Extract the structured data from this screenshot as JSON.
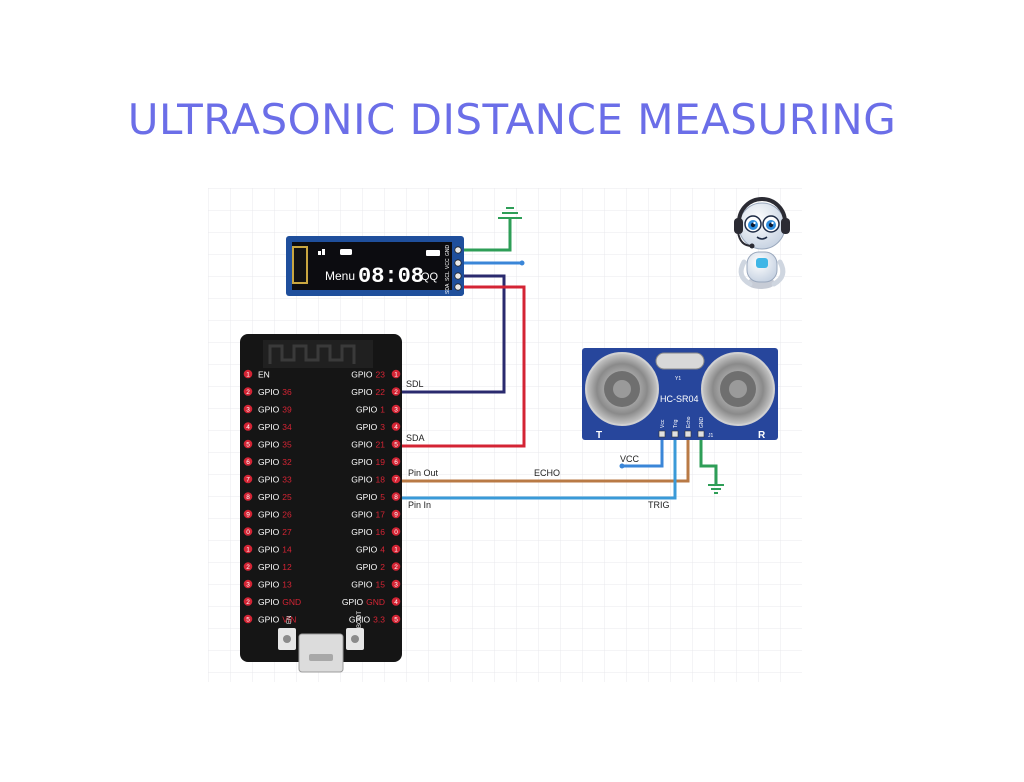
{
  "title": "ULTRASONIC DISTANCE MEASURING",
  "colors": {
    "title": "#6b6ee8",
    "ground_wire": "#2e9e57",
    "vcc_wire": "#3a86d8",
    "sdl_wire": "#2a2a6e",
    "sda_wire": "#d42434",
    "echo_wire": "#b97a45",
    "trig_wire": "#3a9ad8",
    "board": "#151515",
    "pin_red": "#d42434"
  },
  "oled": {
    "pins": [
      "GND",
      "VCC",
      "SCL",
      "SDA"
    ],
    "menu": "Menu",
    "time": "08:08",
    "extra": "QQ"
  },
  "esp32": {
    "left_pins": [
      {
        "num": "1",
        "prefix": "EN",
        "suffix": ""
      },
      {
        "num": "2",
        "prefix": "GPIO",
        "suffix": "36"
      },
      {
        "num": "3",
        "prefix": "GPIO",
        "suffix": "39"
      },
      {
        "num": "4",
        "prefix": "GPIO",
        "suffix": "34"
      },
      {
        "num": "5",
        "prefix": "GPIO",
        "suffix": "35"
      },
      {
        "num": "6",
        "prefix": "GPIO",
        "suffix": "32"
      },
      {
        "num": "7",
        "prefix": "GPIO",
        "suffix": "33"
      },
      {
        "num": "8",
        "prefix": "GPIO",
        "suffix": "25"
      },
      {
        "num": "9",
        "prefix": "GPIO",
        "suffix": "26"
      },
      {
        "num": "0",
        "prefix": "GPIO",
        "suffix": "27"
      },
      {
        "num": "1",
        "prefix": "GPIO",
        "suffix": "14"
      },
      {
        "num": "2",
        "prefix": "GPIO",
        "suffix": "12"
      },
      {
        "num": "3",
        "prefix": "GPIO",
        "suffix": "13"
      },
      {
        "num": "2",
        "prefix": "GPIO",
        "suffix": "GND"
      },
      {
        "num": "5",
        "prefix": "GPIO",
        "suffix": "VIN"
      }
    ],
    "right_pins": [
      {
        "num": "1",
        "prefix": "GPIO",
        "suffix": "23"
      },
      {
        "num": "2",
        "prefix": "GPIO",
        "suffix": "22"
      },
      {
        "num": "3",
        "prefix": "GPIO",
        "suffix": "1"
      },
      {
        "num": "4",
        "prefix": "GPIO",
        "suffix": "3"
      },
      {
        "num": "5",
        "prefix": "GPIO",
        "suffix": "21"
      },
      {
        "num": "6",
        "prefix": "GPIO",
        "suffix": "19"
      },
      {
        "num": "7",
        "prefix": "GPIO",
        "suffix": "18"
      },
      {
        "num": "8",
        "prefix": "GPIO",
        "suffix": "5"
      },
      {
        "num": "9",
        "prefix": "GPIO",
        "suffix": "17"
      },
      {
        "num": "0",
        "prefix": "GPIO",
        "suffix": "16"
      },
      {
        "num": "1",
        "prefix": "GPIO",
        "suffix": "4"
      },
      {
        "num": "2",
        "prefix": "GPIO",
        "suffix": "2"
      },
      {
        "num": "3",
        "prefix": "GPIO",
        "suffix": "15"
      },
      {
        "num": "4",
        "prefix": "GPIO",
        "suffix": "GND"
      },
      {
        "num": "5",
        "prefix": "GPIO",
        "suffix": "3.3"
      }
    ],
    "buttons": [
      "EN",
      "BOOT"
    ]
  },
  "sensor": {
    "model": "HC-SR04",
    "t_label": "T",
    "r_label": "R",
    "crystal": "Y1",
    "j1": "J1",
    "pins": [
      "Vcc",
      "Trig",
      "Echo",
      "GND"
    ]
  },
  "wire_labels": {
    "sdl": "SDL",
    "sda": "SDA",
    "pin_out": "Pin Out",
    "pin_in": "Pin In",
    "echo": "ECHO",
    "trig": "TRIG",
    "vcc": "VCC"
  },
  "mascot": {
    "icon": "robot-headset-icon"
  }
}
